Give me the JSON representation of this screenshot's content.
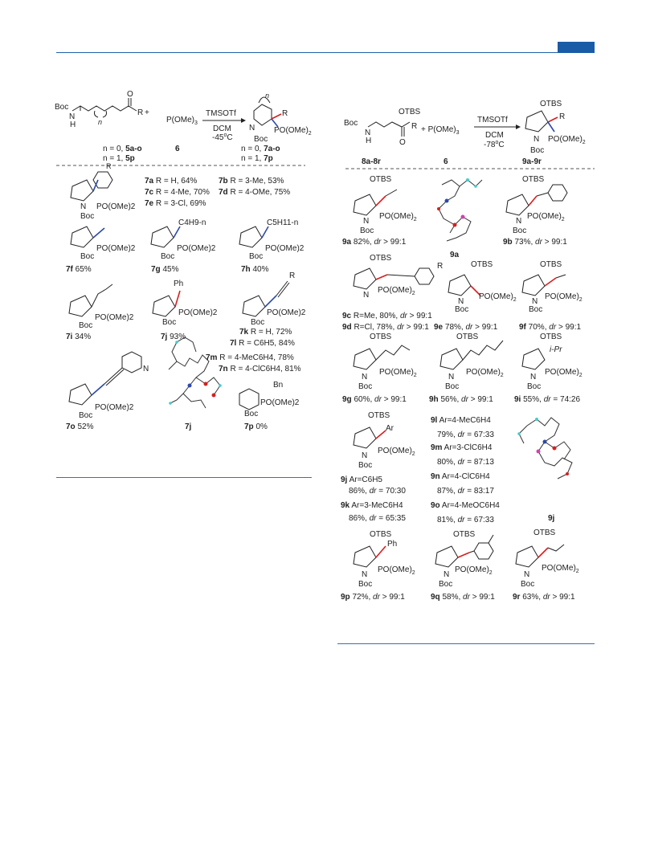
{
  "left_scheme": {
    "reaction": {
      "reactant_label": "Boc",
      "reactant_n": "n",
      "reactant_R": "R",
      "reactant_O": "O",
      "plus": "+",
      "reagent": "P(OMe)",
      "reagent_sub": "3",
      "catalyst": "TMSOTf",
      "solvent": "DCM",
      "temperature": "-45",
      "temperature_unit": "C",
      "temperature_deg": "o",
      "product_n": "n",
      "product_R": "R",
      "product_P": "PO(OMe)",
      "product_P_sub": "2",
      "product_boc": "Boc",
      "product_N": "N",
      "label_n0": "n = 0, ",
      "label_5ao": "5a-o",
      "label_n1": "n = 1, ",
      "label_5p": "5p",
      "label_6": "6",
      "label_p_n0": "n = 0, ",
      "label_7ao": "7a-o",
      "label_p_n1": "n = 1, ",
      "label_7p": "7p"
    },
    "entries": [
      {
        "id": "7a",
        "text": " R = H, 64%"
      },
      {
        "id": "7b",
        "text": " R = 3-Me, 53%"
      },
      {
        "id": "7c",
        "text": " R = 4-Me, 70%"
      },
      {
        "id": "7d",
        "text": " R = 4-OMe, 75%"
      },
      {
        "id": "7e",
        "text": " R = 3-Cl, 69%"
      },
      {
        "id": "7f",
        "text": " 65%"
      },
      {
        "id": "7g",
        "text": " 45%"
      },
      {
        "id": "7h",
        "text": " 40%"
      },
      {
        "id": "7i",
        "text": " 34%"
      },
      {
        "id": "7j",
        "text": " 93%"
      },
      {
        "id": "7k",
        "text": " R = H, 72%"
      },
      {
        "id": "7l",
        "text": " R = C6H5, 84%"
      },
      {
        "id": "7m",
        "text": " R = 4-MeC6H4, 78%"
      },
      {
        "id": "7n",
        "text": " R = 4-ClC6H4, 81%"
      },
      {
        "id": "7o",
        "text": " 52%"
      },
      {
        "id": "7j_xray",
        "text": ""
      },
      {
        "id": "7p",
        "text": " 0%"
      }
    ],
    "labels": {
      "c4h9": "C4H9-n",
      "c5h11": "C5H11-n",
      "ph": "Ph",
      "bn": "Bn",
      "po": "PO(OMe)2",
      "boc": "Boc",
      "N": "N",
      "R": "R"
    }
  },
  "right_scheme": {
    "reaction": {
      "otbs": "OTBS",
      "boc": "Boc",
      "N": "N",
      "H": "H",
      "R": "R",
      "O": "O",
      "reagent": "+ P(OMe)",
      "reagent_sub": "3",
      "catalyst": "TMSOTf",
      "solvent": "DCM",
      "temperature": "-78",
      "temperature_deg": "o",
      "temperature_unit": "C",
      "product_P": "PO(OMe)",
      "product_P_sub": "2",
      "label_8": "8a-8r",
      "label_6": "6",
      "label_9": "9a-9r"
    },
    "entries": [
      {
        "id": "9a",
        "text": " 82%, ",
        "dr": "dr",
        "ratio": " > 99:1"
      },
      {
        "id": "9b",
        "text": " 73%, ",
        "dr": "dr",
        "ratio": " > 99:1"
      },
      {
        "id": "9c",
        "text": " R=Me, 80%, ",
        "dr": "dr",
        "ratio": " > 99:1"
      },
      {
        "id": "9d",
        "text": " R=Cl, 78%, ",
        "dr": "dr",
        "ratio": " > 99:1"
      },
      {
        "id": "9e",
        "text": " 78%, ",
        "dr": "dr",
        "ratio": " > 99:1"
      },
      {
        "id": "9f",
        "text": " 70%, ",
        "dr": "dr",
        "ratio": " > 99:1"
      },
      {
        "id": "9g",
        "text": " 60%, ",
        "dr": "dr",
        "ratio": " > 99:1"
      },
      {
        "id": "9h",
        "text": " 56%, ",
        "dr": "dr",
        "ratio": " > 99:1"
      },
      {
        "id": "9i",
        "text": " 55%, ",
        "dr": "dr",
        "ratio": " = 74:26"
      },
      {
        "id": "9j",
        "text": " Ar=C6H5",
        "sub": "86%, ",
        "dr": "dr",
        "ratio": " = 70:30"
      },
      {
        "id": "9k",
        "text": " Ar=3-MeC6H4",
        "sub": "86%, ",
        "dr": "dr",
        "ratio": " = 65:35"
      },
      {
        "id": "9l",
        "text": " Ar=4-MeC6H4",
        "sub": "79%, ",
        "dr": "dr",
        "ratio": " = 67:33"
      },
      {
        "id": "9m",
        "text": " Ar=3-ClC6H4",
        "sub": "80%, ",
        "dr": "dr",
        "ratio": " = 87:13"
      },
      {
        "id": "9n",
        "text": " Ar=4-ClC6H4",
        "sub": "87%, ",
        "dr": "dr",
        "ratio": " = 83:17"
      },
      {
        "id": "9o",
        "text": " Ar=4-MeOC6H4",
        "sub": "81%, ",
        "dr": "dr",
        "ratio": " = 67:33"
      },
      {
        "id": "9p",
        "text": "  72%, ",
        "dr": "dr",
        "ratio": " > 99:1"
      },
      {
        "id": "9q",
        "text": "  58%, ",
        "dr": "dr",
        "ratio": " > 99:1"
      },
      {
        "id": "9r",
        "text": "  63%, ",
        "dr": "dr",
        "ratio": " > 99:1"
      }
    ],
    "labels": {
      "ipr": "i-Pr",
      "ar": "Ar",
      "ph": "Ph",
      "xray_9a": "9a",
      "xray_9j": "9j"
    }
  },
  "colors": {
    "accent": "#1a5ba8",
    "bond_red": "#d42020",
    "bond_blue": "#2c4aa8"
  }
}
